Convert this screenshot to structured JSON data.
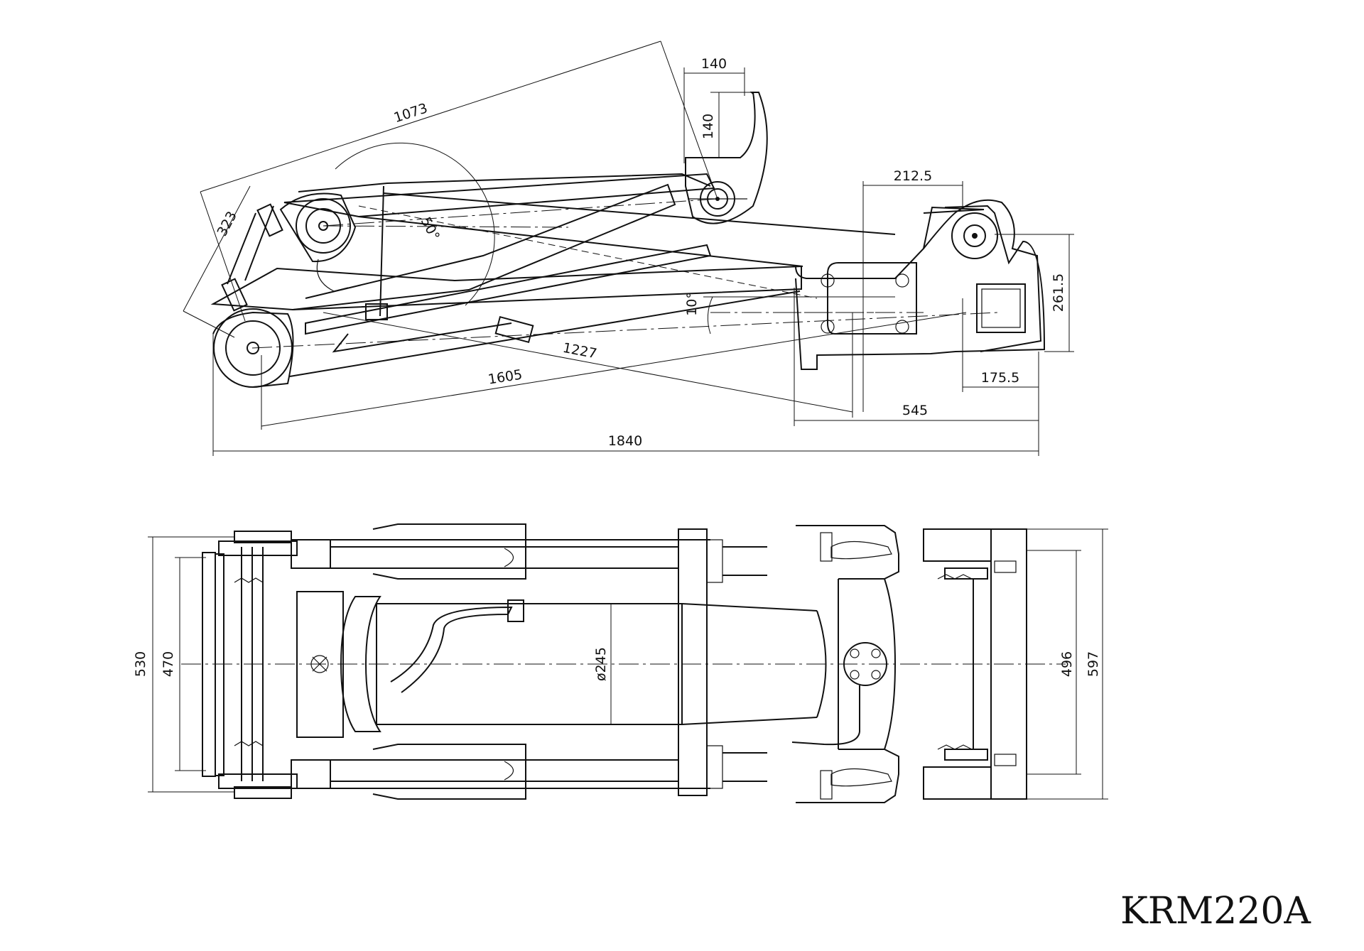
{
  "model_label": "KRM220A",
  "side_view": {
    "dimensions": {
      "d1073": "1073",
      "d140_top": "140",
      "d140_vert": "140",
      "d323": "323",
      "d50deg": "50°",
      "d212_5": "212.5",
      "d261_5": "261.5",
      "d10deg": "10°",
      "d1227": "1227",
      "d1605": "1605",
      "d175_5": "175.5",
      "d545": "545",
      "d1840": "1840"
    }
  },
  "plan_view": {
    "dimensions": {
      "d530": "530",
      "d470": "470",
      "d245": "ø245",
      "d496": "496",
      "d597": "597"
    }
  }
}
